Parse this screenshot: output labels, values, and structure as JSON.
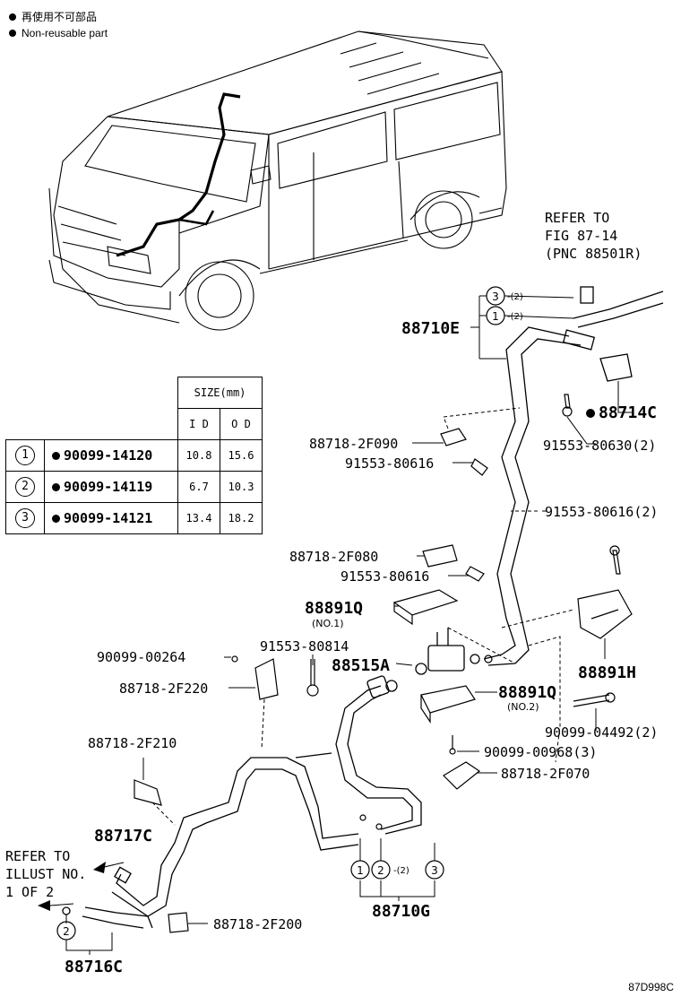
{
  "legend": {
    "line1": "再使用不可部品",
    "line2": "Non-reusable part"
  },
  "size_table": {
    "header_group": "SIZE(mm)",
    "header_id": "I D",
    "header_od": "O D",
    "rows": [
      {
        "idx": "1",
        "code": "90099-14120",
        "id": "10.8",
        "od": "15.6"
      },
      {
        "idx": "2",
        "code": "90099-14119",
        "id": "6.7",
        "od": "10.3"
      },
      {
        "idx": "3",
        "code": "90099-14121",
        "id": "13.4",
        "od": "18.2"
      }
    ]
  },
  "refer_top": {
    "line1": "REFER TO",
    "line2": "FIG 87-14",
    "line3": "(PNC 88501R)"
  },
  "refer_left": {
    "line1": "REFER TO",
    "line2": "ILLUST NO.",
    "line3": "1 OF 2"
  },
  "callouts": {
    "c3_top": "3",
    "c3_top_qty": "-(2)",
    "c1_top": "1",
    "c1_top_qty": "-(2)",
    "c1_bot": "1",
    "c2_bot": "2",
    "c2_bot_qty": "-(2)",
    "c3_bot": "3",
    "c2_left": "2"
  },
  "parts": {
    "p88710E": "88710E",
    "p88714C": "88714C",
    "p91553_80630": "91553-80630(2)",
    "p88718_2F090": "88718-2F090",
    "p91553_80616a": "91553-80616",
    "p91553_80616b": "91553-80616(2)",
    "p88718_2F080": "88718-2F080",
    "p91553_80616c": "91553-80616",
    "p88891Q_1": "88891Q",
    "p88891Q_1_sub": "(NO.1)",
    "p90099_00264": "90099-00264",
    "p91553_80814": "91553-80814",
    "p88515A": "88515A",
    "p88891H": "88891H",
    "p88718_2F220": "88718-2F220",
    "p88891Q_2": "88891Q",
    "p88891Q_2_sub": "(NO.2)",
    "p90099_04492": "90099-04492(2)",
    "p90099_00968": "90099-00968(3)",
    "p88718_2F210": "88718-2F210",
    "p88718_2F070": "88718-2F070",
    "p88717C": "88717C",
    "p88718_2F200": "88718-2F200",
    "p88710G": "88710G",
    "p88716C": "88716C"
  },
  "footer_code": "87D998C"
}
